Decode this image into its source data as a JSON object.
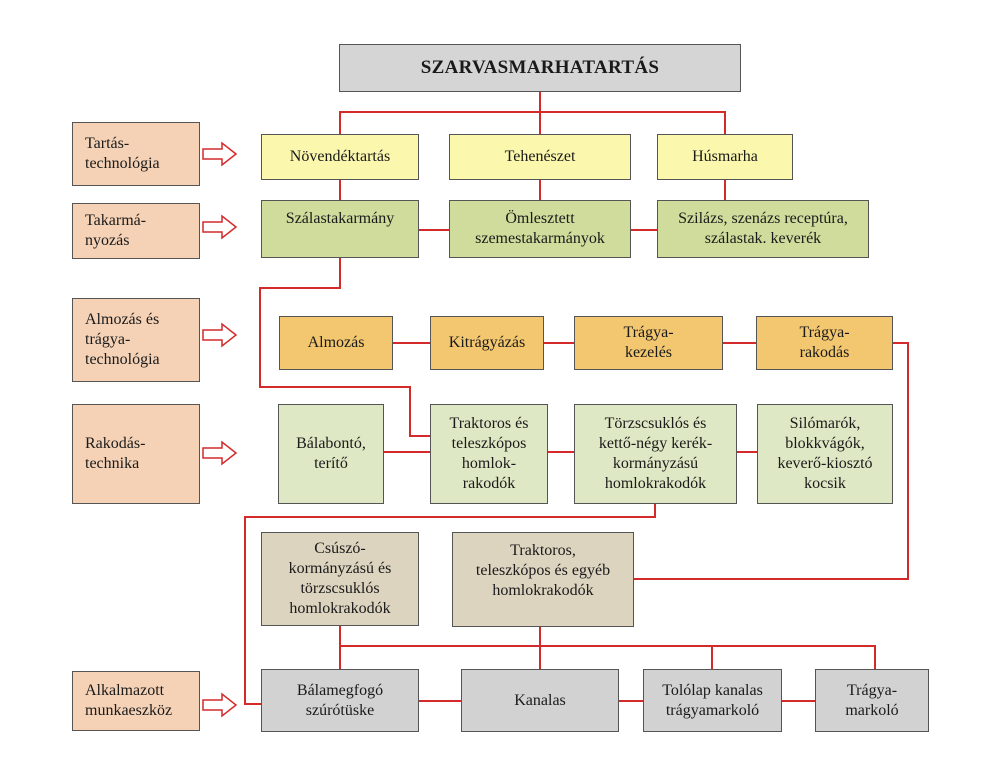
{
  "title": "SZARVASMARHATARTÁS",
  "categories": [
    "Tartás-\ntechnológia",
    "Takarmá-\nnyozás",
    "Almozás és\ntrágya-\ntechnológia",
    "Rakodás-\ntechnika",
    "Alkalmazott\nmunkaeszköz"
  ],
  "husbandry": [
    "Növendéktartás",
    "Tehenészet",
    "Húsmarha"
  ],
  "feeding": [
    "Szálastakarmány",
    "Ömlesztett\nszemestakarmányok",
    "Szilázs, szenázs receptúra,\nszálastak. keverék"
  ],
  "bedding": [
    "Almozás",
    "Kitrágyázás",
    "Trágya-\nkezelés",
    "Trágya-\nrakodás"
  ],
  "loading": [
    "Bálabontó,\nterítő",
    "Traktoros és\nteleszkópos\nhomlok-\nrakodók",
    "Törzscsuklós és\nkettő-négy kerék-\nkormányzású\nhomlokrakodók",
    "Silómarók,\nblokkvágók,\nkeverő-kiosztó\nkocsik"
  ],
  "loaders": [
    "Csúszó-\nkormányzású és\ntörzscsuklós\nhomlokrakodók",
    "Traktoros,\nteleszkópos és egyéb\nhomlokrakodók"
  ],
  "tools": [
    "Bálamegfogó\nszúrótüske",
    "Kanalas",
    "Tolólap kanalas\ntrágyamarkoló",
    "Trágya-\nmarkoló"
  ],
  "colors": {
    "connector": "#d42a2a",
    "arrow_outline": "#d42a2a"
  }
}
